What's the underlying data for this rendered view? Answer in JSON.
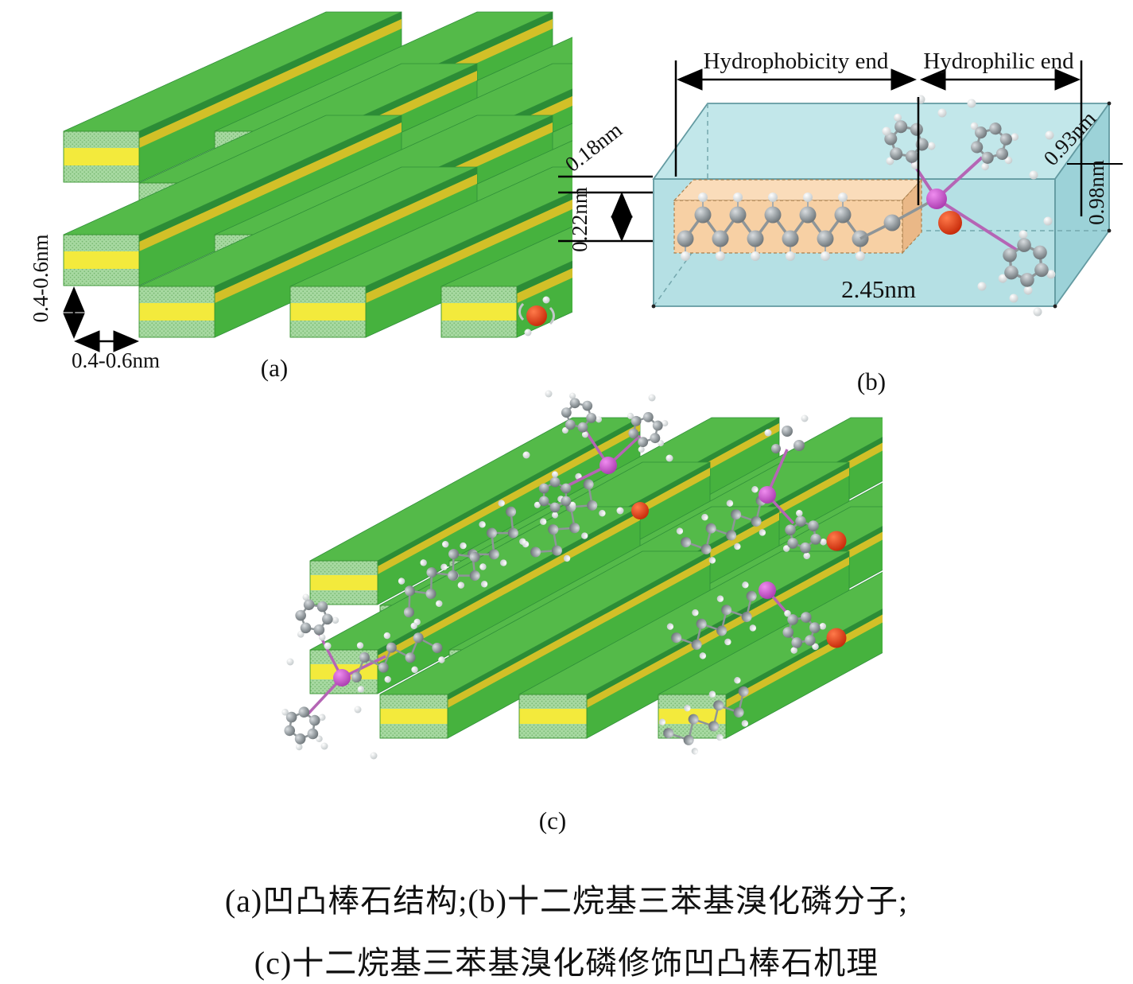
{
  "figure": {
    "panel_a": {
      "tag": "(a)",
      "dim_vertical": "0.4-0.6nm",
      "dim_horizontal": "0.4-0.6nm"
    },
    "panel_b": {
      "tag": "(b)",
      "arrow_left_label": "Hydrophobicity end",
      "arrow_right_label": "Hydrophilic end",
      "dim_018": "0.18nm",
      "dim_022": "0.22nm",
      "dim_245": "2.45nm",
      "dim_093": "0.93nm",
      "dim_098": "0.98nm"
    },
    "panel_c": {
      "tag": "(c)"
    },
    "caption_line1": "(a)凹凸棒石结构;(b)十二烷基三苯基溴化磷分子;",
    "caption_line2": "(c)十二烷基三苯基溴化磷修饰凹凸棒石机理",
    "colors": {
      "beam_top_green": "#54ba49",
      "beam_side_green": "#46b23e",
      "beam_dark_green_stripe": "#2c8c36",
      "beam_side_yellow_stripe": "#d2c028",
      "beam_front_yellow": "#f3ea3c",
      "beam_front_light_green": "#a7d9a1",
      "box_cyan_front": "#b5e0e4",
      "box_cyan_top": "#c2e7ea",
      "box_cyan_right": "#9cd2d8",
      "inner_box_orange": "#f7d0a4",
      "carbon_grey": "#9aa1a5",
      "hydrogen_light": "#e6e9ea",
      "phosphorus_magenta": "#c84fc8",
      "bromine_red": "#e03c1e"
    }
  }
}
